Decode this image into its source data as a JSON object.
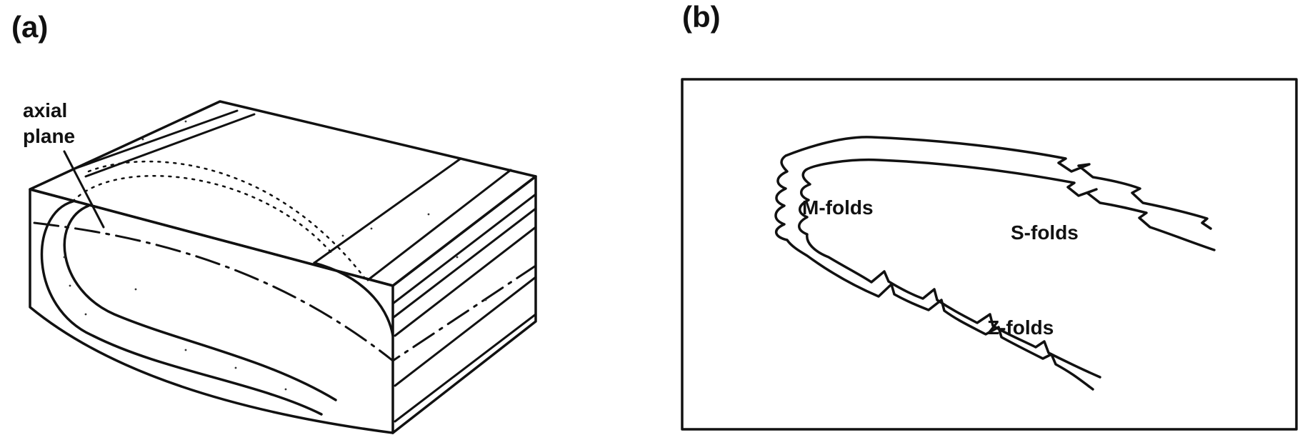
{
  "panel_a": {
    "label": "(a)",
    "axial_plane_label": [
      "axial",
      "plane"
    ]
  },
  "panel_b": {
    "label": "(b)",
    "fold_labels": {
      "m": "M-folds",
      "s": "S-folds",
      "z": "Z-folds"
    }
  }
}
